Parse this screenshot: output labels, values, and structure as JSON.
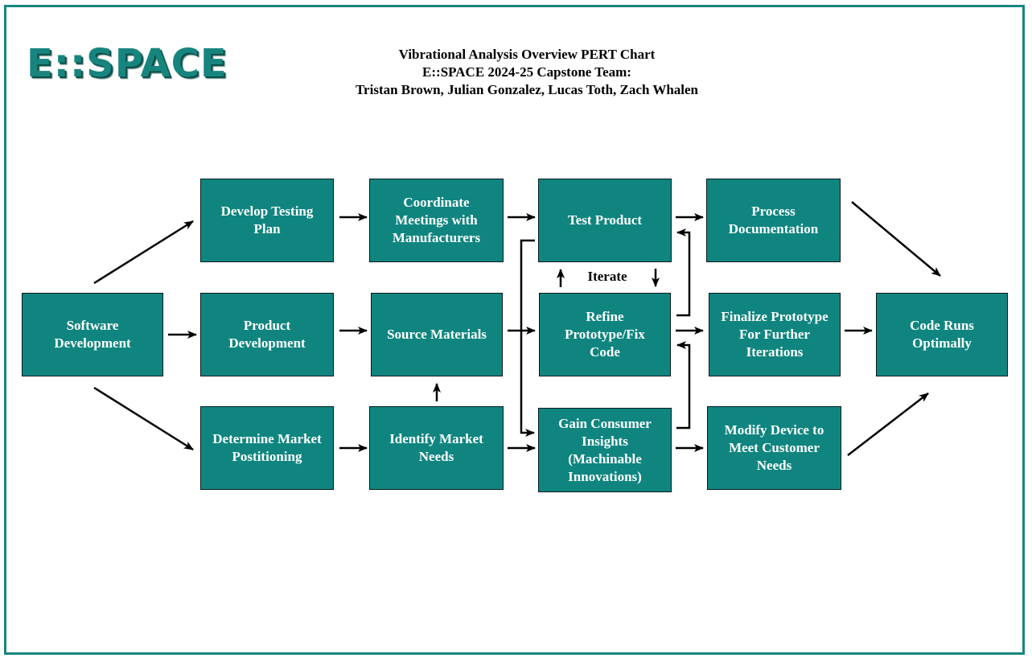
{
  "logo": {
    "text": "E::SPACE"
  },
  "header": {
    "title": "Vibrational Analysis Overview PERT Chart",
    "team_line": "E::SPACE 2024-25 Capstone Team:",
    "members": "Tristan Brown, Julian Gonzalez, Lucas Toth, Zach Whalen"
  },
  "colors": {
    "node_fill": "#108580",
    "frame": "#17857d",
    "arrow": "#000000"
  },
  "nodes": {
    "software_development": "Software\nDevelopment",
    "develop_testing_plan": "Develop Testing\nPlan",
    "product_development": "Product\nDevelopment",
    "determine_market_positioning": "Determine Market\nPostitioning",
    "coordinate_meetings": "Coordinate\nMeetings with\nManufacturers",
    "source_materials": "Source Materials",
    "identify_market_needs": "Identify Market\nNeeds",
    "test_product": "Test Product",
    "refine_prototype": "Refine\nPrototype/Fix\nCode",
    "gain_consumer_insights": "Gain Consumer\nInsights\n(Machinable\nInnovations)",
    "process_documentation": "Process\nDocumentation",
    "finalize_prototype": "Finalize Prototype\nFor Further\nIterations",
    "modify_device": "Modify Device to\nMeet Customer\nNeeds",
    "code_runs_optimally": "Code Runs\nOptimally"
  },
  "iterate_label": "Iterate"
}
